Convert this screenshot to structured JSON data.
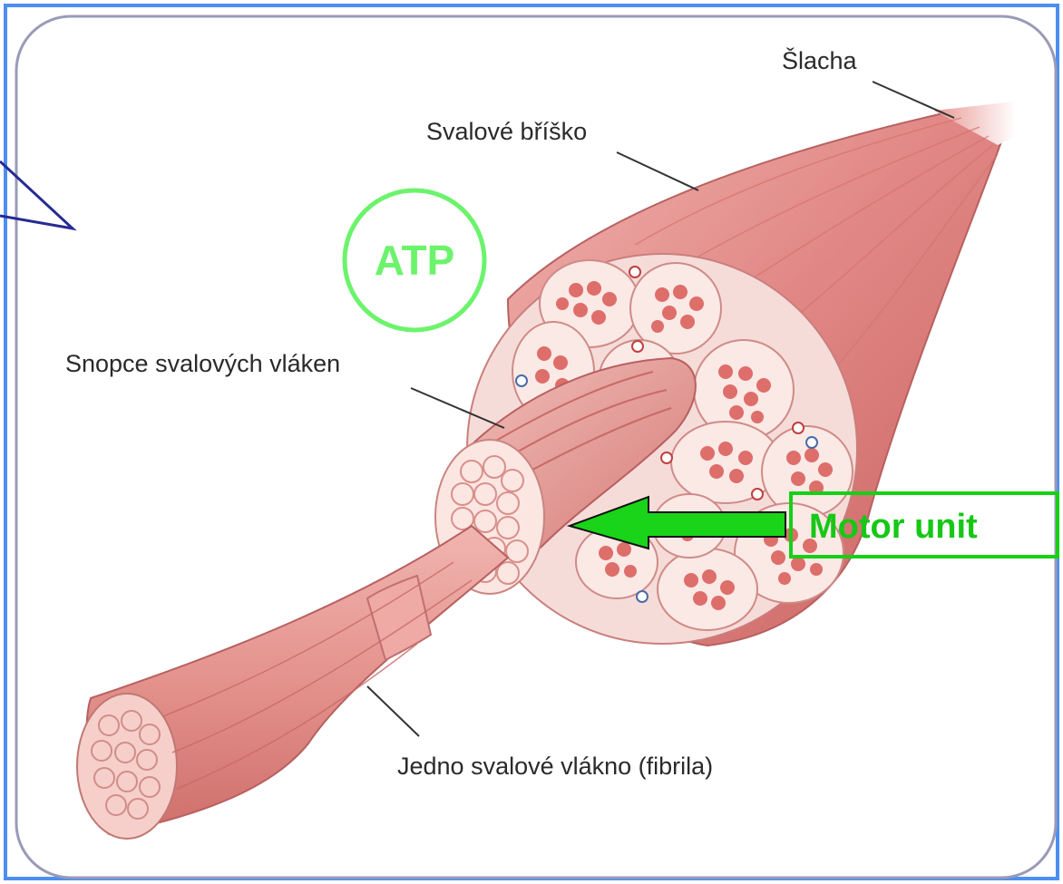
{
  "labels": {
    "tendon": "Šlacha",
    "muscle_belly": "Svalové bříško",
    "fascicles": "Snopce svalových vláken",
    "single_fiber": "Jedno svalové vlákno (fibrila)"
  },
  "annotations": {
    "atp": "ATP",
    "motor_unit": "Motor unit"
  },
  "colors": {
    "frame_border": "#4d8ff0",
    "muscle": "#e28a8a",
    "muscle_dark": "#c86a6a",
    "muscle_light": "#f2c0bd",
    "atp_green": "#6cf36c",
    "motor_unit_green": "#16c816",
    "triangle_navy": "#262b93"
  }
}
